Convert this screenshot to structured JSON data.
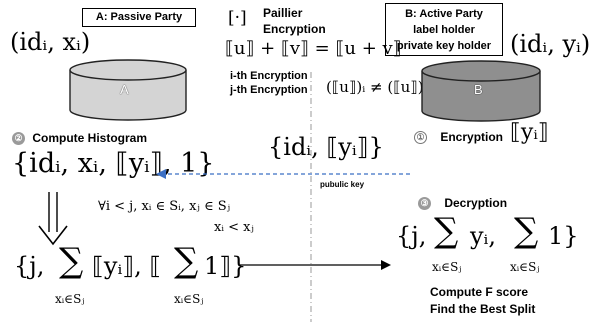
{
  "party_a": {
    "box_label": "A: Passive Party",
    "tuple": "(idᵢ, xᵢ)",
    "cylinder_label": "A"
  },
  "party_b": {
    "box_label_line1": "B: Active Party",
    "box_label_line2": "label holder",
    "box_label_line3": "private key holder",
    "tuple": "(idᵢ, yᵢ)",
    "cylinder_label": "B"
  },
  "paillier": {
    "symbol": "[·]",
    "title_line1": "Paillier",
    "title_line2": "Encryption",
    "equation": "⟦u⟧ + ⟦v⟧ = ⟦u + v⟧",
    "ith_label": "i-th Encryption",
    "jth_label": "j-th Encryption",
    "inequality": "(⟦u⟧)ᵢ ≠ (⟦u⟧)ⱼ"
  },
  "step1": {
    "number": "①",
    "label": "Encryption",
    "formula": "⟦yᵢ⟧"
  },
  "step2": {
    "number": "②",
    "label": "Compute  Histogram",
    "formula": "{idᵢ, xᵢ, ⟦yᵢ⟧, 1}"
  },
  "step3": {
    "number": "③",
    "label": "Decryption",
    "formula_head": "{j, ",
    "sum1_term": "yᵢ,",
    "sum1_under": "xᵢ∈Sⱼ",
    "sum2_term": "1}",
    "sum2_under": "xᵢ∈Sⱼ",
    "compute_label": "Compute F score",
    "best_split_label": "Find the Best Split"
  },
  "transfer": {
    "formula": "{idᵢ, ⟦yᵢ⟧}",
    "arrow_label": "pubulic key"
  },
  "condition": {
    "line1": "∀i < j, xᵢ ∈ Sᵢ, xⱼ ∈ Sⱼ",
    "line2": "xᵢ < xⱼ"
  },
  "aggregate": {
    "formula_head": "{j, ",
    "sum1_term": "⟦yᵢ⟧, ⟦",
    "sum1_under": "xᵢ∈Sⱼ",
    "sum2_term": "1⟧}",
    "sum2_under": "xᵢ∈Sⱼ",
    "sum_symbol": "∑"
  },
  "colors": {
    "cylinder_a": "#d4d4d4",
    "cylinder_b": "#8f8f8f",
    "arrow_blue": "#3b6fc4"
  }
}
